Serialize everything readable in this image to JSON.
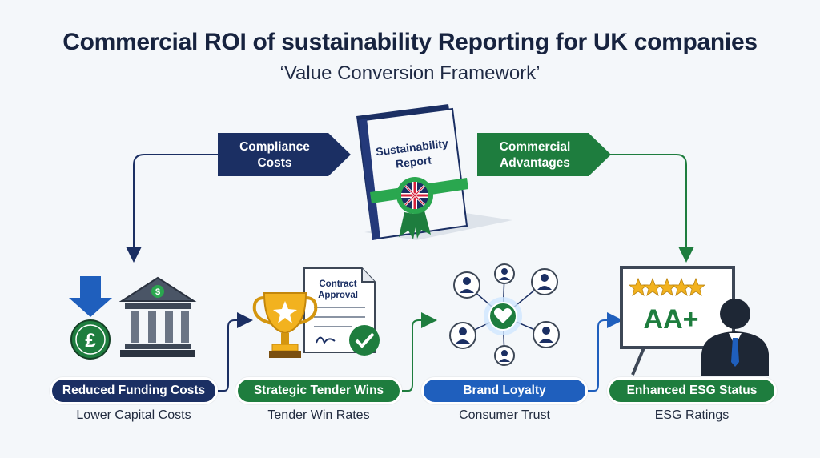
{
  "header": {
    "title": "Commercial ROI of sustainability Reporting for UK companies",
    "subtitle": "‘Value Conversion Framework’"
  },
  "report": {
    "title": "Sustainability Report"
  },
  "flows": {
    "left_label": "Compliance Costs",
    "right_label": "Commercial Advantages"
  },
  "outcomes": [
    {
      "label": "Reduced Funding Costs",
      "caption": "Lower Capital Costs",
      "icon": "bank-pound-icon"
    },
    {
      "label": "Strategic Tender Wins",
      "caption": "Tender Win Rates",
      "icon": "trophy-contract-icon"
    },
    {
      "label": "Brand Loyalty",
      "caption": "Consumer Trust",
      "icon": "network-heart-icon"
    },
    {
      "label": "Enhanced ESG Status",
      "caption": "ESG Ratings",
      "icon": "esg-board-icon"
    }
  ],
  "icons": {
    "contract_title": "Contract Approval",
    "esg_rating": "AA+",
    "currency_symbol": "£",
    "bank_symbol": "$"
  },
  "colors": {
    "navy": "#1b2f63",
    "green": "#1e7d3e",
    "blue": "#1f5fbd",
    "gold": "#f2b21f"
  }
}
